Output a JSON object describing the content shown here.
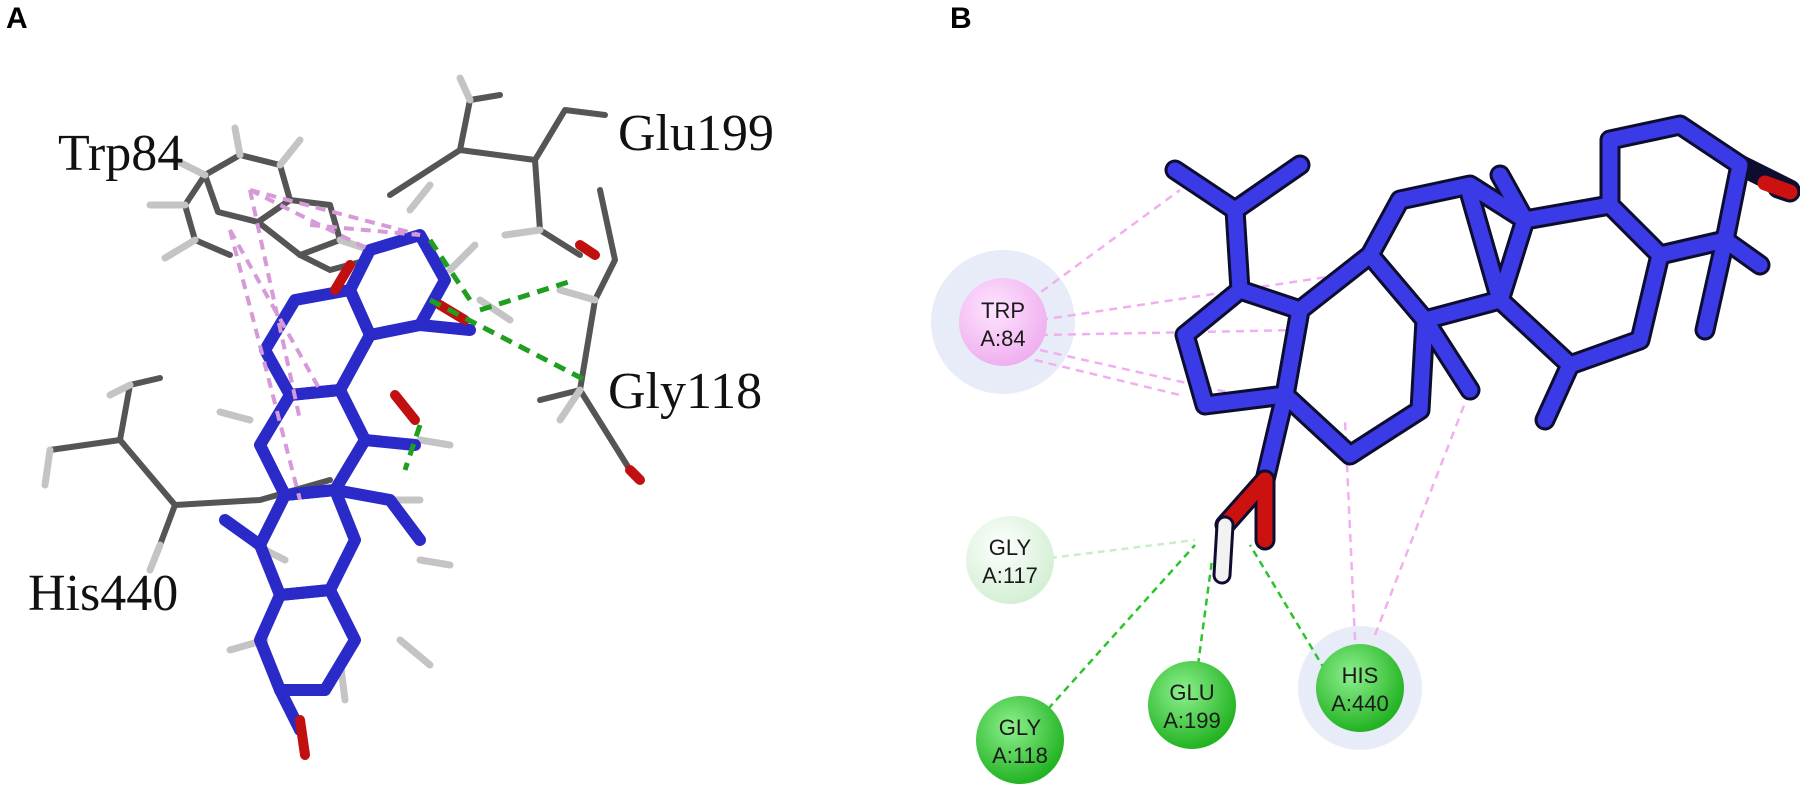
{
  "panels": {
    "a": {
      "letter": "A"
    },
    "b": {
      "letter": "B"
    }
  },
  "panel_a_labels": {
    "trp84": "Trp84",
    "glu199": "Glu199",
    "gly118": "Gly118",
    "his440": "His440"
  },
  "panel_b_nodes": {
    "trp": {
      "line1": "TRP",
      "line2": "A:84"
    },
    "gly117": {
      "line1": "GLY",
      "line2": "A:117"
    },
    "gly118": {
      "line1": "GLY",
      "line2": "A:118"
    },
    "glu199": {
      "line1": "GLU",
      "line2": "A:199"
    },
    "his440": {
      "line1": "HIS",
      "line2": "A:440"
    }
  },
  "colors": {
    "ligand": "#3a3ae6",
    "residue_stick": "#555555",
    "hydrogen": "#c8c8c8",
    "oxygen": "#cc1111",
    "hbond": "#22aa22",
    "pi_interaction": "#d9a0e0",
    "node_pi": "#f2b8f2",
    "node_hbond": "#3ecf3e",
    "node_weak": "#d8f2d8"
  }
}
